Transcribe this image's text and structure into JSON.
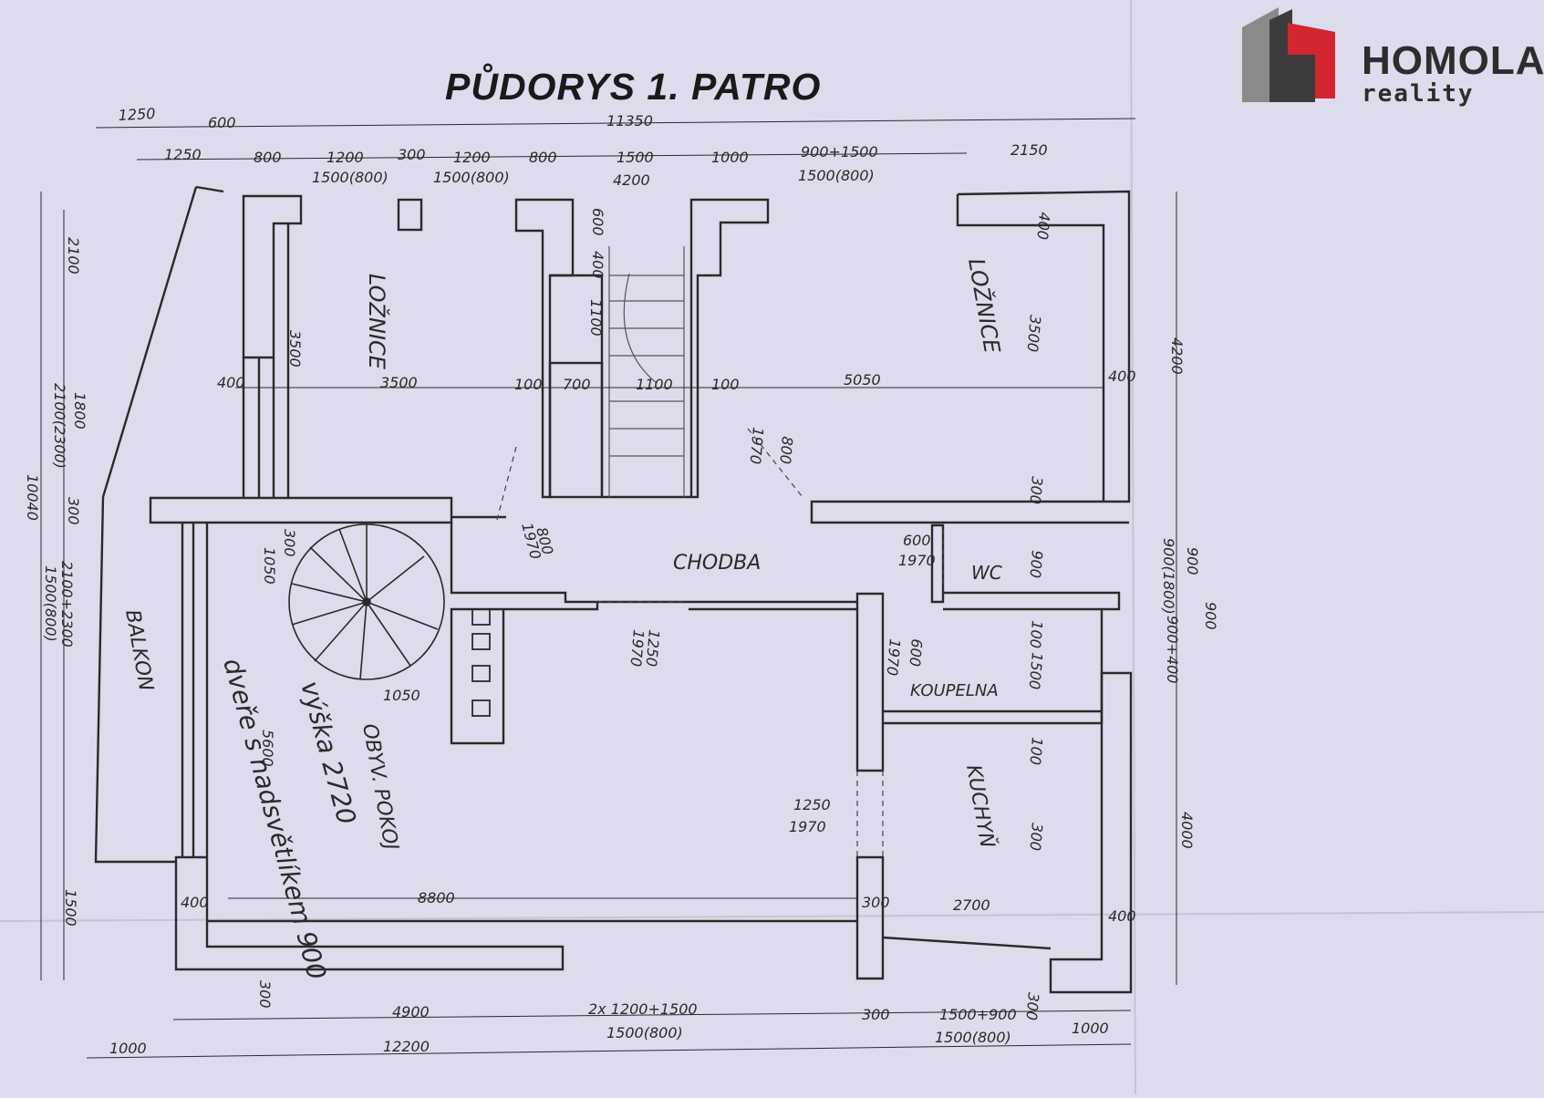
{
  "title": "PŮDORYS 1. PATRO",
  "logo": {
    "name": "HOMOLA",
    "sub": "reality",
    "colors": {
      "red": "#d22630",
      "dark": "#3c3c3c",
      "grey": "#8a8a8a"
    }
  },
  "colors": {
    "paper": "#dcdcec",
    "ink": "#2a2a2a"
  },
  "rooms": {
    "bedroom_left": "LOŽNICE",
    "bedroom_right": "LOŽNICE",
    "hallway": "CHODBA",
    "wc": "WC",
    "bathroom": "KOUPELNA",
    "kitchen": "KUCHYŇ",
    "living": "OBYV. POKOJ",
    "balcony": "BALKON"
  },
  "notes": {
    "height": "výška 2720",
    "door": "dveře s nadsvětlíkem 900"
  },
  "dims": {
    "top_1250a": "1250",
    "top_600": "600",
    "top_11350": "11350",
    "top_1250b": "1250",
    "top_800a": "800",
    "top_1200a": "1200",
    "top_300": "300",
    "top_1200b": "1200",
    "top_800b": "800",
    "top_1500": "1500",
    "top_1000": "1000",
    "top_900_1500": "900+1500",
    "top_2150": "2150",
    "top_1500_800a": "1500(800)",
    "top_1500_800b": "1500(800)",
    "top_4200": "4200",
    "top_1500_800c": "1500(800)",
    "l_2100": "2100",
    "l_1800": "1800",
    "l_2100_2300a": "2100(2300)",
    "l_10040": "10040",
    "l_300": "300",
    "l_2100_2300b": "2100+2300",
    "l_1500_800": "1500(800)",
    "l_1500": "1500",
    "r_4200": "4200",
    "r_900": "900",
    "r_900_1800": "900(1800)",
    "r_900b": "900",
    "r_900_400": "900+400",
    "r_4000": "4000",
    "i_600": "600",
    "i_400a": "400",
    "i_1100a": "1100",
    "i_3500v": "3500",
    "i_400b": "400",
    "i_3500h": "3500",
    "i_100a": "100",
    "i_700": "700",
    "i_1100b": "1100",
    "i_100b": "100",
    "i_5050": "5050",
    "i_1970a": "1970",
    "i_800": "800",
    "i_400c": "400",
    "i_3500vr": "3500",
    "i_400d": "400",
    "i_300a": "300",
    "i_800b": "800",
    "i_1970b": "1970",
    "i_300b": "300",
    "i_1050a": "1050",
    "i_600b": "600",
    "i_1970c": "1970",
    "i_900c": "900",
    "i_1250": "1250",
    "i_1970d": "1970",
    "i_1970e": "1970",
    "i_600c": "600",
    "i_100c": "100",
    "i_1500b": "1500",
    "i_1050b": "1050",
    "i_5600": "5600",
    "i_100d": "100",
    "i_1250b": "1250",
    "i_1970f": "1970",
    "i_300c": "300",
    "i_8800": "8800",
    "i_400e": "400",
    "i_300d": "300",
    "i_2700": "2700",
    "i_400f": "400",
    "b_300": "300",
    "b_4900": "4900",
    "b_2x1200": "2x 1200+1500",
    "b_1500_800a": "1500(800)",
    "b_300b": "300",
    "b_1500_900": "1500+900",
    "b_1500_800b": "1500(800)",
    "b_300c": "300",
    "b_1000": "1000",
    "b_12200": "12200",
    "b_1000b": "1000"
  }
}
